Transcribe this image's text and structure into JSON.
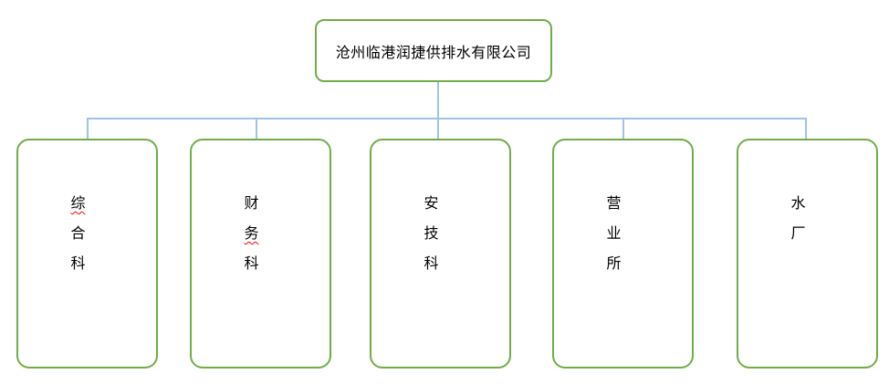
{
  "root": {
    "label": "沧州临港润捷供排水有限公司"
  },
  "departments": [
    {
      "label": "综合科",
      "misspelled_char_indexes": [
        0
      ]
    },
    {
      "label": "财务科",
      "misspelled_char_indexes": [
        1
      ]
    },
    {
      "label": "安技科",
      "misspelled_char_indexes": []
    },
    {
      "label": "营业所",
      "misspelled_char_indexes": []
    },
    {
      "label": "水厂",
      "misspelled_char_indexes": []
    }
  ],
  "colors": {
    "box_border": "#70AD47",
    "connector": "#9DC3E6",
    "text": "#000000",
    "spellcheck_underline": "#FF0000",
    "background": "#FFFFFF"
  }
}
